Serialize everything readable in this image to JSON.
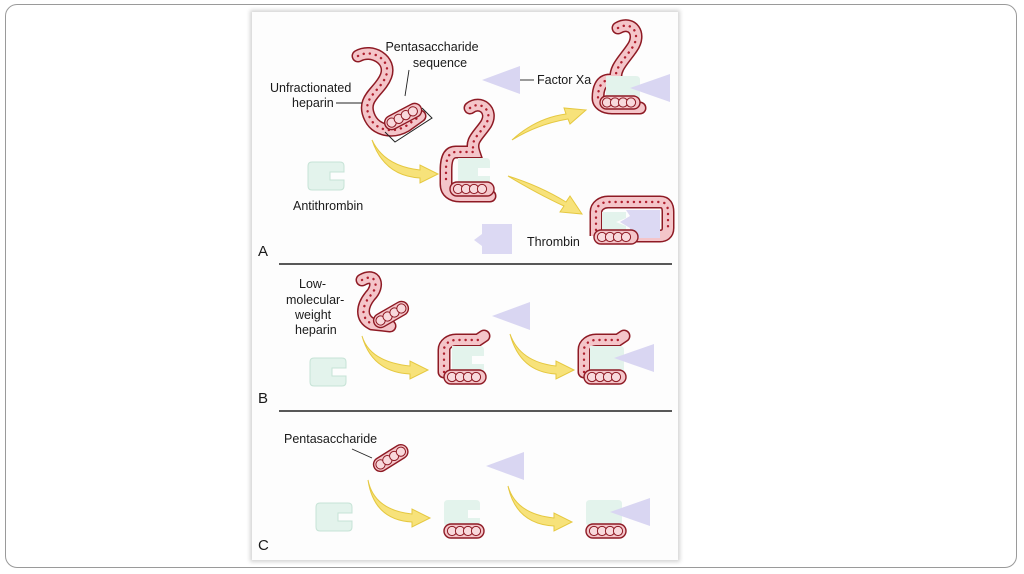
{
  "panels": {
    "a": {
      "letter": "A",
      "labels": {
        "pentasaccharide_line1": "Pentasaccharide",
        "pentasaccharide_line2": "sequence",
        "ufh_line1": "Unfractionated",
        "ufh_line2": "heparin",
        "factor_xa": "Factor Xa",
        "antithrombin": "Antithrombin",
        "thrombin": "Thrombin"
      }
    },
    "b": {
      "letter": "B",
      "labels": {
        "lmwh_line1": "Low-",
        "lmwh_line2": "molecular-",
        "lmwh_line3": "weight",
        "lmwh_line4": "heparin"
      }
    },
    "c": {
      "letter": "C",
      "labels": {
        "pentasaccharide": "Pentasaccharide"
      }
    }
  },
  "colors": {
    "heparin_fill": "#f4c5c9",
    "heparin_outline": "#8e1a24",
    "heparin_dots": "#b01f2e",
    "antithrombin": "#e3f3ec",
    "factor_xa": "#d9d6f2",
    "thrombin": "#dcd9f3",
    "arrow": "#f7e27a"
  }
}
